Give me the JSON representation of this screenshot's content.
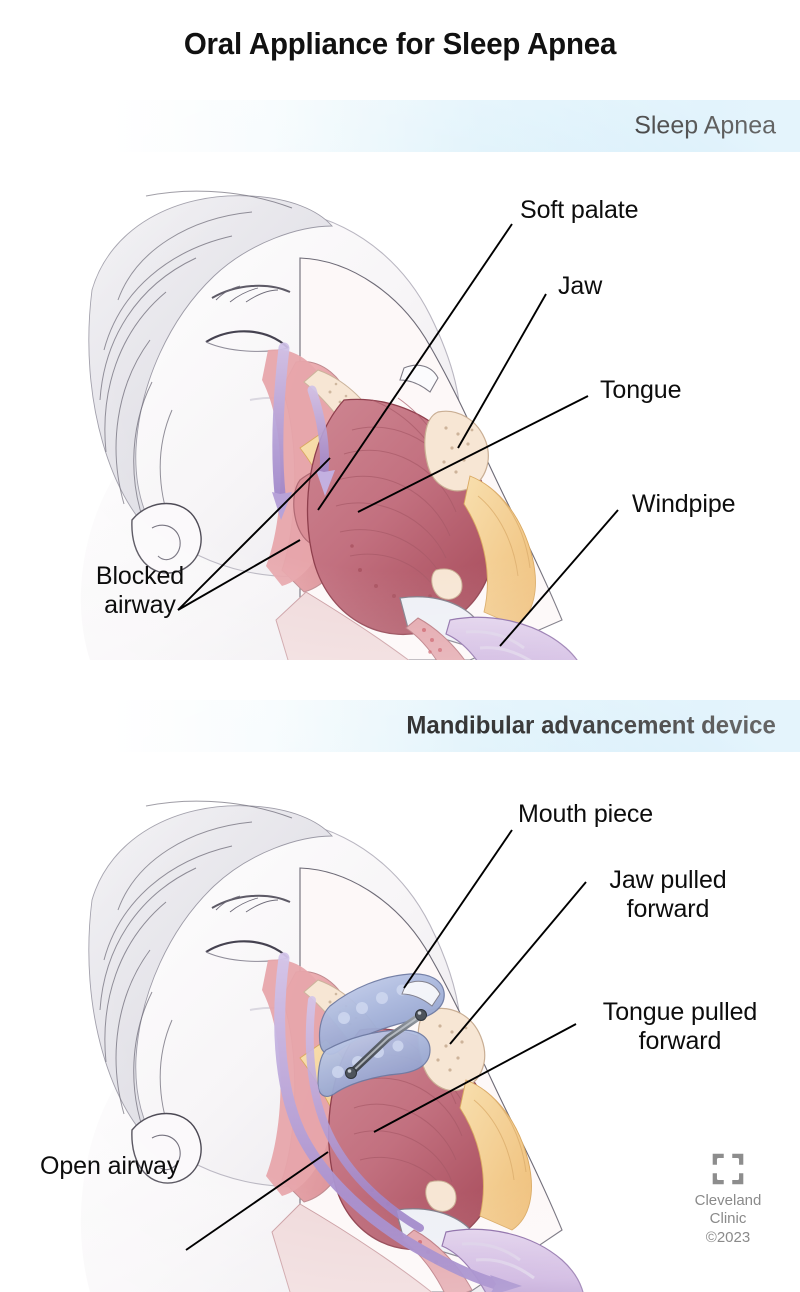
{
  "title": "Oral Appliance for Sleep Apnea",
  "panels": [
    {
      "id": "sleep-apnea",
      "band_label": "Sleep Apnea",
      "band_bold": false,
      "labels": [
        {
          "key": "soft_palate",
          "text": "Soft palate"
        },
        {
          "key": "jaw",
          "text": "Jaw"
        },
        {
          "key": "tongue",
          "text": "Tongue"
        },
        {
          "key": "windpipe",
          "text": "Windpipe"
        },
        {
          "key": "blocked_airway",
          "text": "Blocked\nairway"
        }
      ]
    },
    {
      "id": "mandibular-advancement-device",
      "band_label": "Mandibular advancement device",
      "band_bold": true,
      "labels": [
        {
          "key": "mouth_piece",
          "text": "Mouth piece"
        },
        {
          "key": "jaw_pulled_forward",
          "text": "Jaw pulled\nforward"
        },
        {
          "key": "tongue_pulled_forward",
          "text": "Tongue pulled\nforward"
        },
        {
          "key": "open_airway",
          "text": "Open airway"
        }
      ]
    }
  ],
  "logo": {
    "mark": "cleveland-clinic-logo-icon",
    "name_line1": "Cleveland",
    "name_line2": "Clinic",
    "copyright": "©2023"
  },
  "colors": {
    "band_accent": "#d3edfa",
    "text": "#0d0d0d",
    "logo_gray": "#8a8a8a",
    "tongue": "#c27281",
    "muscle": "#b9515f",
    "mucosa": "#e8a3a8",
    "fat": "#f2c98a",
    "bone": "#f6e2cf",
    "airway_arrow": "#b9a6d8",
    "windpipe": "#cdb4dd",
    "device": "#a8b6dc",
    "skin": "#f3f0f2"
  }
}
